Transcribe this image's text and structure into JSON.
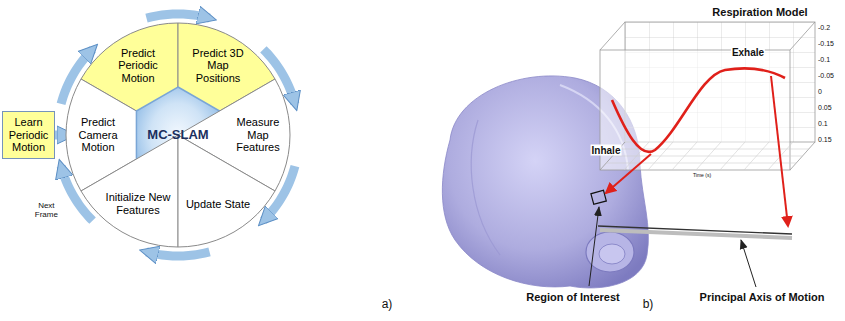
{
  "diagram": {
    "nodes": [
      {
        "text": [
          "Predict Periodic Motion"
        ]
      },
      {
        "text": [
          "Predict 3D Map Positions"
        ]
      },
      {
        "text": [
          "Learn Periodic Motion"
        ]
      },
      {
        "text": [
          "Predict Camera Motion"
        ]
      },
      {
        "text": [
          "MC-SLAM"
        ]
      },
      {
        "text": [
          "Measure Map Features"
        ]
      },
      {
        "text": [
          "Initialize New Features"
        ]
      },
      {
        "text": [
          "Update State"
        ]
      }
    ],
    "edges": [
      {
        "from": 3,
        "to": 0,
        "arrow": "to"
      },
      {
        "from": 0,
        "to": 1,
        "arrow": "to"
      },
      {
        "from": 1,
        "to": 5,
        "arrow": "to"
      },
      {
        "from": 5,
        "to": 7,
        "arrow": "to"
      },
      {
        "from": 7,
        "to": 6,
        "arrow": "to"
      },
      {
        "from": 6,
        "to": 3,
        "label": "Next Frame",
        "arrow": "to"
      },
      {
        "from": 2,
        "to": 3,
        "arrow": "to"
      }
    ],
    "labels": [
      "Respiration Model",
      "Exhale",
      "Inhale",
      "-0.2",
      "-0.15",
      "-0.1",
      "-0.05",
      "0",
      "0.05",
      "0.1",
      "0.15",
      "Time (s)",
      "Region of Interest",
      "Principal Axis of Motion",
      "a)",
      "b)"
    ]
  }
}
